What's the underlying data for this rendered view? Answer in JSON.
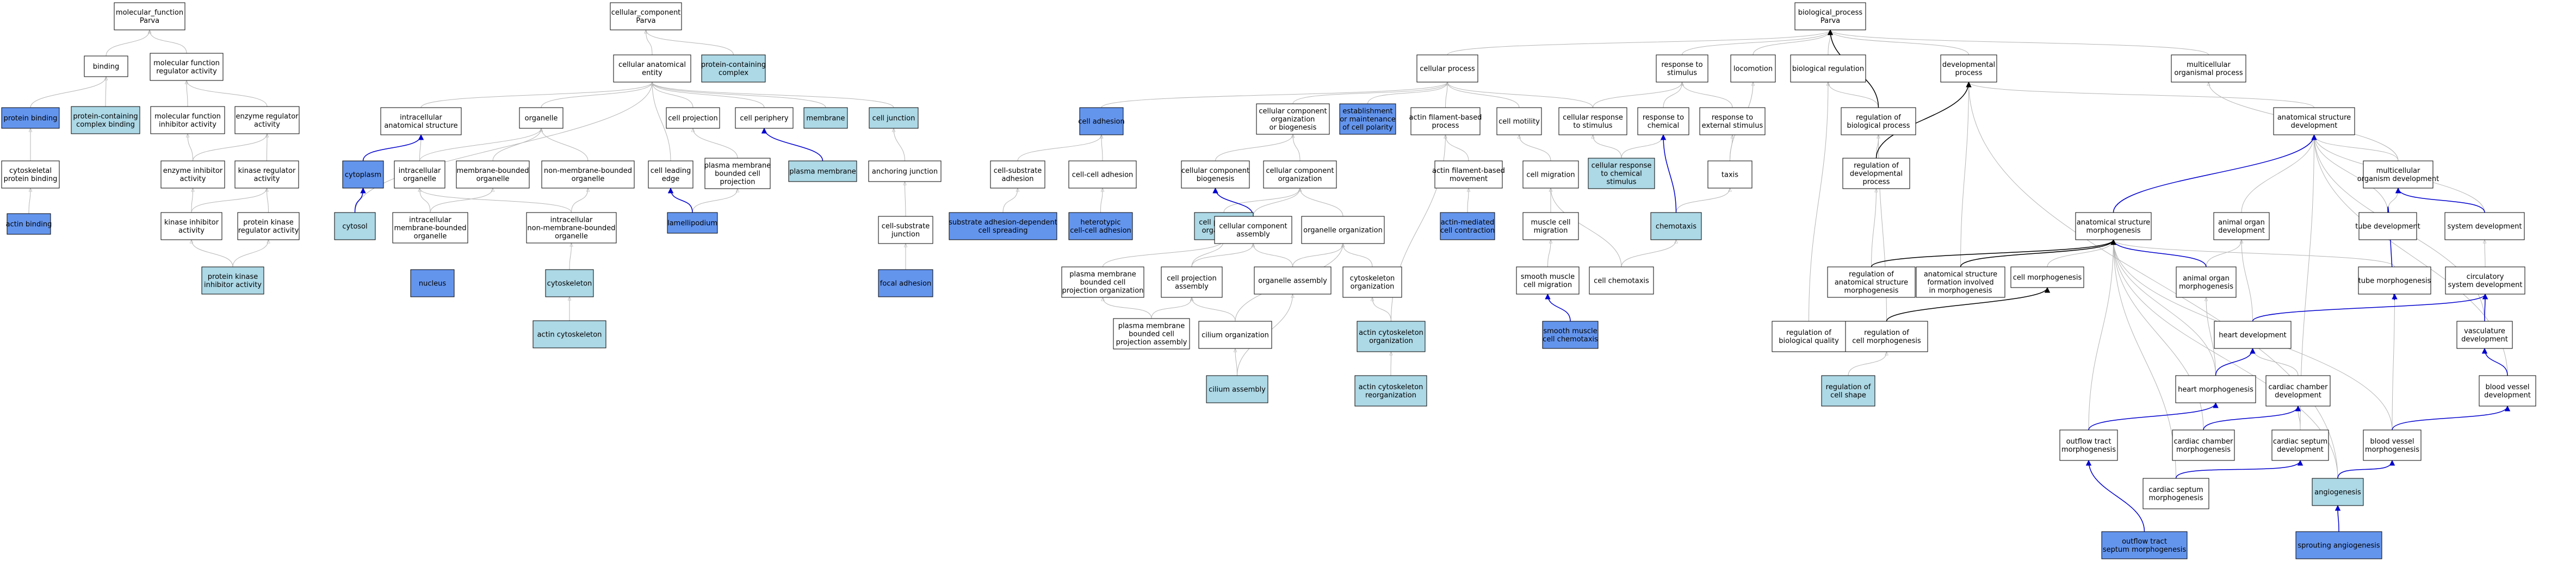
{
  "colors": {
    "plain": "#ffffff",
    "light": "#add8e6",
    "dark": "#6495ed",
    "edge_gray": "#b5b5b5",
    "edge_blue": "#0000cd",
    "edge_black": "#000000"
  },
  "nodes": {
    "mf": {
      "lines": [
        "molecular_function",
        "Parva"
      ],
      "fill": "plain"
    },
    "binding": {
      "lines": [
        "binding"
      ],
      "fill": "plain"
    },
    "mfreg": {
      "lines": [
        "molecular function",
        "regulator activity"
      ],
      "fill": "plain"
    },
    "protbind": {
      "lines": [
        "protein binding"
      ],
      "fill": "dark"
    },
    "pccbind": {
      "lines": [
        "protein-containing",
        "complex binding"
      ],
      "fill": "light"
    },
    "mfinhib": {
      "lines": [
        "molecular function",
        "inhibitor activity"
      ],
      "fill": "plain"
    },
    "enzreg": {
      "lines": [
        "enzyme regulator",
        "activity"
      ],
      "fill": "plain"
    },
    "cytoprot": {
      "lines": [
        "cytoskeletal",
        "protein binding"
      ],
      "fill": "plain"
    },
    "enzinhib": {
      "lines": [
        "enzyme inhibitor",
        "activity"
      ],
      "fill": "plain"
    },
    "kinreg": {
      "lines": [
        "kinase regulator",
        "activity"
      ],
      "fill": "plain"
    },
    "actinbind": {
      "lines": [
        "actin binding"
      ],
      "fill": "dark"
    },
    "kininhib": {
      "lines": [
        "kinase inhibitor",
        "activity"
      ],
      "fill": "plain"
    },
    "pkreg": {
      "lines": [
        "protein kinase",
        "regulator activity"
      ],
      "fill": "plain"
    },
    "pkinhib": {
      "lines": [
        "protein kinase",
        "inhibitor activity"
      ],
      "fill": "light"
    },
    "cc": {
      "lines": [
        "cellular_component",
        "Parva"
      ],
      "fill": "plain"
    },
    "cae": {
      "lines": [
        "cellular anatomical",
        "entity"
      ],
      "fill": "plain"
    },
    "pcc": {
      "lines": [
        "protein-containing",
        "complex"
      ],
      "fill": "light"
    },
    "ias": {
      "lines": [
        "intracellular",
        "anatomical structure"
      ],
      "fill": "plain"
    },
    "organelle": {
      "lines": [
        "organelle"
      ],
      "fill": "plain"
    },
    "cellproj": {
      "lines": [
        "cell projection"
      ],
      "fill": "plain"
    },
    "cellperiph": {
      "lines": [
        "cell periphery"
      ],
      "fill": "plain"
    },
    "membrane": {
      "lines": [
        "membrane"
      ],
      "fill": "light"
    },
    "celljunc": {
      "lines": [
        "cell junction"
      ],
      "fill": "light"
    },
    "cytoplasm": {
      "lines": [
        "cytoplasm"
      ],
      "fill": "dark"
    },
    "intorg": {
      "lines": [
        "intracellular",
        "organelle"
      ],
      "fill": "plain"
    },
    "mbo": {
      "lines": [
        "membrane-bounded",
        "organelle"
      ],
      "fill": "plain"
    },
    "nmbo": {
      "lines": [
        "non-membrane-bounded",
        "organelle"
      ],
      "fill": "plain"
    },
    "leadedge": {
      "lines": [
        "cell leading",
        "edge"
      ],
      "fill": "plain"
    },
    "pmbcp": {
      "lines": [
        "plasma membrane",
        "bounded cell",
        "projection"
      ],
      "fill": "plain"
    },
    "plasmamem": {
      "lines": [
        "plasma membrane"
      ],
      "fill": "light"
    },
    "anchjunc": {
      "lines": [
        "anchoring junction"
      ],
      "fill": "plain"
    },
    "cytosol": {
      "lines": [
        "cytosol"
      ],
      "fill": "light"
    },
    "imbo": {
      "lines": [
        "intracellular",
        "membrane-bounded",
        "organelle"
      ],
      "fill": "plain"
    },
    "inmbo": {
      "lines": [
        "intracellular",
        "non-membrane-bounded",
        "organelle"
      ],
      "fill": "plain"
    },
    "lamellipodium": {
      "lines": [
        "lamellipodium"
      ],
      "fill": "dark"
    },
    "csjunc": {
      "lines": [
        "cell-substrate",
        "junction"
      ],
      "fill": "plain"
    },
    "nucleus": {
      "lines": [
        "nucleus"
      ],
      "fill": "dark"
    },
    "cytoskeleton": {
      "lines": [
        "cytoskeleton"
      ],
      "fill": "light"
    },
    "focaladh": {
      "lines": [
        "focal adhesion"
      ],
      "fill": "dark"
    },
    "actincsk": {
      "lines": [
        "actin cytoskeleton"
      ],
      "fill": "light"
    },
    "bp": {
      "lines": [
        "biological_process",
        "Parva"
      ],
      "fill": "plain"
    },
    "cellproc": {
      "lines": [
        "cellular process"
      ],
      "fill": "plain"
    },
    "resp": {
      "lines": [
        "response to",
        "stimulus"
      ],
      "fill": "plain"
    },
    "locomotion": {
      "lines": [
        "locomotion"
      ],
      "fill": "plain"
    },
    "bioreg": {
      "lines": [
        "biological regulation"
      ],
      "fill": "plain"
    },
    "devproc": {
      "lines": [
        "developmental",
        "process"
      ],
      "fill": "plain"
    },
    "multiorg": {
      "lines": [
        "multicellular",
        "organismal process"
      ],
      "fill": "plain"
    },
    "celladh": {
      "lines": [
        "cell adhesion"
      ],
      "fill": "dark"
    },
    "ccob": {
      "lines": [
        "cellular component",
        "organization",
        "or biogenesis"
      ],
      "fill": "plain"
    },
    "estpol": {
      "lines": [
        "establishment",
        "or maintenance",
        "of cell polarity"
      ],
      "fill": "dark"
    },
    "afbp": {
      "lines": [
        "actin filament-based",
        "process"
      ],
      "fill": "plain"
    },
    "cellmot": {
      "lines": [
        "cell motility"
      ],
      "fill": "plain"
    },
    "cellresp": {
      "lines": [
        "cellular response",
        "to stimulus"
      ],
      "fill": "plain"
    },
    "respchem": {
      "lines": [
        "response to",
        "chemical"
      ],
      "fill": "plain"
    },
    "respext": {
      "lines": [
        "response to",
        "external stimulus"
      ],
      "fill": "plain"
    },
    "regbio": {
      "lines": [
        "regulation of",
        "biological process"
      ],
      "fill": "plain"
    },
    "asd": {
      "lines": [
        "anatomical structure",
        "development"
      ],
      "fill": "plain"
    },
    "csadh": {
      "lines": [
        "cell-substrate",
        "adhesion"
      ],
      "fill": "plain"
    },
    "ccadh": {
      "lines": [
        "cell-cell adhesion"
      ],
      "fill": "plain"
    },
    "ccbio": {
      "lines": [
        "cellular component",
        "biogenesis"
      ],
      "fill": "plain"
    },
    "ccorg": {
      "lines": [
        "cellular component",
        "organization"
      ],
      "fill": "plain"
    },
    "afmove": {
      "lines": [
        "actin filament-based",
        "movement"
      ],
      "fill": "plain"
    },
    "cellmig": {
      "lines": [
        "cell migration"
      ],
      "fill": "plain"
    },
    "cellrespchem": {
      "lines": [
        "cellular response",
        "to chemical",
        "stimulus"
      ],
      "fill": "light"
    },
    "taxis": {
      "lines": [
        "taxis"
      ],
      "fill": "plain"
    },
    "regdev": {
      "lines": [
        "regulation of",
        "developmental",
        "process"
      ],
      "fill": "plain"
    },
    "mod": {
      "lines": [
        "multicellular",
        "organism development"
      ],
      "fill": "plain"
    },
    "sadcs": {
      "lines": [
        "substrate adhesion-dependent",
        "cell spreading"
      ],
      "fill": "dark"
    },
    "hetero": {
      "lines": [
        "heterotypic",
        "cell-cell adhesion"
      ],
      "fill": "dark"
    },
    "cpo": {
      "lines": [
        "cell projection",
        "organization"
      ],
      "fill": "light"
    },
    "cca": {
      "lines": [
        "cellular component",
        "assembly"
      ],
      "fill": "plain"
    },
    "orgorg": {
      "lines": [
        "organelle organization"
      ],
      "fill": "plain"
    },
    "amc": {
      "lines": [
        "actin-mediated",
        "cell contraction"
      ],
      "fill": "dark"
    },
    "musclemig": {
      "lines": [
        "muscle cell",
        "migration"
      ],
      "fill": "plain"
    },
    "chemotaxis": {
      "lines": [
        "chemotaxis"
      ],
      "fill": "light"
    },
    "asm": {
      "lines": [
        "anatomical structure",
        "morphogenesis"
      ],
      "fill": "plain"
    },
    "aod": {
      "lines": [
        "animal organ",
        "development"
      ],
      "fill": "plain"
    },
    "tubedev": {
      "lines": [
        "tube development"
      ],
      "fill": "plain"
    },
    "sysdev": {
      "lines": [
        "system development"
      ],
      "fill": "plain"
    },
    "pmbcpo": {
      "lines": [
        "plasma membrane",
        "bounded cell",
        "projection organization"
      ],
      "fill": "plain"
    },
    "cpa": {
      "lines": [
        "cell projection",
        "assembly"
      ],
      "fill": "plain"
    },
    "orgasm": {
      "lines": [
        "organelle assembly"
      ],
      "fill": "plain"
    },
    "csko": {
      "lines": [
        "cytoskeleton",
        "organization"
      ],
      "fill": "plain"
    },
    "smcm": {
      "lines": [
        "smooth muscle",
        "cell migration"
      ],
      "fill": "plain"
    },
    "cellchemo": {
      "lines": [
        "cell chemotaxis"
      ],
      "fill": "plain"
    },
    "regasm": {
      "lines": [
        "regulation of",
        "anatomical structure",
        "morphogenesis"
      ],
      "fill": "plain"
    },
    "asfim": {
      "lines": [
        "anatomical structure",
        "formation involved",
        "in morphogenesis"
      ],
      "fill": "plain"
    },
    "cellmorph": {
      "lines": [
        "cell morphogenesis"
      ],
      "fill": "plain"
    },
    "aom": {
      "lines": [
        "animal organ",
        "morphogenesis"
      ],
      "fill": "plain"
    },
    "tubemorph": {
      "lines": [
        "tube morphogenesis"
      ],
      "fill": "plain"
    },
    "csd": {
      "lines": [
        "circulatory",
        "system development"
      ],
      "fill": "plain"
    },
    "pmbcpa": {
      "lines": [
        "plasma membrane",
        "bounded cell",
        "projection assembly"
      ],
      "fill": "plain"
    },
    "ciliumorg": {
      "lines": [
        "cilium organization"
      ],
      "fill": "plain"
    },
    "acorg": {
      "lines": [
        "actin cytoskeleton",
        "organization"
      ],
      "fill": "light"
    },
    "smcc": {
      "lines": [
        "smooth muscle",
        "cell chemotaxis"
      ],
      "fill": "dark"
    },
    "regbq": {
      "lines": [
        "regulation of",
        "biological quality"
      ],
      "fill": "plain"
    },
    "regcm": {
      "lines": [
        "regulation of",
        "cell morphogenesis"
      ],
      "fill": "plain"
    },
    "heartdev": {
      "lines": [
        "heart development"
      ],
      "fill": "plain"
    },
    "vascdev": {
      "lines": [
        "vasculature",
        "development"
      ],
      "fill": "plain"
    },
    "ciliumasm": {
      "lines": [
        "cilium assembly"
      ],
      "fill": "light"
    },
    "acreorg": {
      "lines": [
        "actin cytoskeleton",
        "reorganization"
      ],
      "fill": "light"
    },
    "regshape": {
      "lines": [
        "regulation of",
        "cell shape"
      ],
      "fill": "light"
    },
    "heartmorph": {
      "lines": [
        "heart morphogenesis"
      ],
      "fill": "plain"
    },
    "ccdev": {
      "lines": [
        "cardiac chamber",
        "development"
      ],
      "fill": "plain"
    },
    "bvdev": {
      "lines": [
        "blood vessel",
        "development"
      ],
      "fill": "plain"
    },
    "oftm": {
      "lines": [
        "outflow tract",
        "morphogenesis"
      ],
      "fill": "plain"
    },
    "ccm": {
      "lines": [
        "cardiac chamber",
        "morphogenesis"
      ],
      "fill": "plain"
    },
    "csepdev": {
      "lines": [
        "cardiac septum",
        "development"
      ],
      "fill": "plain"
    },
    "bvm": {
      "lines": [
        "blood vessel",
        "morphogenesis"
      ],
      "fill": "plain"
    },
    "csepm": {
      "lines": [
        "cardiac septum",
        "morphogenesis"
      ],
      "fill": "plain"
    },
    "angio": {
      "lines": [
        "angiogenesis"
      ],
      "fill": "light"
    },
    "oftsm": {
      "lines": [
        "outflow tract",
        "septum morphogenesis"
      ],
      "fill": "dark"
    },
    "sprout": {
      "lines": [
        "sprouting angiogenesis"
      ],
      "fill": "dark"
    }
  },
  "edges_gray": [
    [
      "binding",
      "mf"
    ],
    [
      "mfreg",
      "mf"
    ],
    [
      "protbind",
      "binding"
    ],
    [
      "pccbind",
      "binding"
    ],
    [
      "mfinhib",
      "mfreg"
    ],
    [
      "enzreg",
      "mfreg"
    ],
    [
      "cytoprot",
      "protbind"
    ],
    [
      "enzinhib",
      "mfinhib"
    ],
    [
      "enzinhib",
      "enzreg"
    ],
    [
      "kinreg",
      "enzreg"
    ],
    [
      "actinbind",
      "cytoprot"
    ],
    [
      "kininhib",
      "enzinhib"
    ],
    [
      "kininhib",
      "kinreg"
    ],
    [
      "pkreg",
      "kinreg"
    ],
    [
      "pkinhib",
      "kininhib"
    ],
    [
      "pkinhib",
      "pkreg"
    ],
    [
      "cae",
      "cc"
    ],
    [
      "pcc",
      "cc"
    ],
    [
      "ias",
      "cae"
    ],
    [
      "organelle",
      "cae"
    ],
    [
      "cellproj",
      "cae"
    ],
    [
      "cellperiph",
      "cae"
    ],
    [
      "membrane",
      "cae"
    ],
    [
      "celljunc",
      "cae"
    ],
    [
      "cytosol",
      "cae"
    ],
    [
      "intorg",
      "ias"
    ],
    [
      "intorg",
      "organelle"
    ],
    [
      "mbo",
      "organelle"
    ],
    [
      "nmbo",
      "organelle"
    ],
    [
      "leadedge",
      "cae"
    ],
    [
      "pmbcp",
      "cellproj"
    ],
    [
      "anchjunc",
      "celljunc"
    ],
    [
      "imbo",
      "intorg"
    ],
    [
      "imbo",
      "mbo"
    ],
    [
      "inmbo",
      "intorg"
    ],
    [
      "inmbo",
      "nmbo"
    ],
    [
      "lamellipodium",
      "pmbcp"
    ],
    [
      "csjunc",
      "anchjunc"
    ],
    [
      "cytoskeleton",
      "inmbo"
    ],
    [
      "focaladh",
      "csjunc"
    ],
    [
      "actincsk",
      "cytoskeleton"
    ],
    [
      "cellproc",
      "bp"
    ],
    [
      "resp",
      "bp"
    ],
    [
      "locomotion",
      "bp"
    ],
    [
      "bioreg",
      "bp"
    ],
    [
      "devproc",
      "bp"
    ],
    [
      "multiorg",
      "bp"
    ],
    [
      "celladh",
      "cellproc"
    ],
    [
      "ccob",
      "cellproc"
    ],
    [
      "estpol",
      "cellproc"
    ],
    [
      "afbp",
      "cellproc"
    ],
    [
      "cellmot",
      "cellproc"
    ],
    [
      "cellresp",
      "cellproc"
    ],
    [
      "cellresp",
      "resp"
    ],
    [
      "respchem",
      "resp"
    ],
    [
      "respext",
      "resp"
    ],
    [
      "regbio",
      "bioreg"
    ],
    [
      "asd",
      "devproc"
    ],
    [
      "csadh",
      "celladh"
    ],
    [
      "ccadh",
      "celladh"
    ],
    [
      "ccbio",
      "ccob"
    ],
    [
      "ccorg",
      "ccob"
    ],
    [
      "afmove",
      "afbp"
    ],
    [
      "cellmig",
      "cellmot"
    ],
    [
      "cellrespchem",
      "cellresp"
    ],
    [
      "cellrespchem",
      "respchem"
    ],
    [
      "taxis",
      "respext"
    ],
    [
      "taxis",
      "locomotion"
    ],
    [
      "regdev",
      "regbio"
    ],
    [
      "mod",
      "asd"
    ],
    [
      "mod",
      "multiorg"
    ],
    [
      "sadcs",
      "csadh"
    ],
    [
      "hetero",
      "ccadh"
    ],
    [
      "cpo",
      "ccorg"
    ],
    [
      "cca",
      "ccorg"
    ],
    [
      "orgorg",
      "ccorg"
    ],
    [
      "amc",
      "afmove"
    ],
    [
      "musclemig",
      "cellmig"
    ],
    [
      "chemotaxis",
      "taxis"
    ],
    [
      "aod",
      "asd"
    ],
    [
      "tubedev",
      "asd"
    ],
    [
      "sysdev",
      "asd"
    ],
    [
      "pmbcpo",
      "cpo"
    ],
    [
      "cpa",
      "cpo"
    ],
    [
      "cpa",
      "cca"
    ],
    [
      "orgasm",
      "orgorg"
    ],
    [
      "orgasm",
      "cca"
    ],
    [
      "csko",
      "orgorg"
    ],
    [
      "smcm",
      "musclemig"
    ],
    [
      "cellchemo",
      "cellmig"
    ],
    [
      "cellchemo",
      "chemotaxis"
    ],
    [
      "regasm",
      "regdev"
    ],
    [
      "asfim",
      "devproc"
    ],
    [
      "cellmorph",
      "asm"
    ],
    [
      "aom",
      "aod"
    ],
    [
      "tubemorph",
      "asm"
    ],
    [
      "csd",
      "sysdev"
    ],
    [
      "pmbcpa",
      "pmbcpo"
    ],
    [
      "pmbcpa",
      "cpa"
    ],
    [
      "ciliumorg",
      "orgorg"
    ],
    [
      "ciliumorg",
      "cpa"
    ],
    [
      "acorg",
      "csko"
    ],
    [
      "acorg",
      "afbp"
    ],
    [
      "regbq",
      "bioreg"
    ],
    [
      "regcm",
      "regbio"
    ],
    [
      "vascdev",
      "asd"
    ],
    [
      "ciliumasm",
      "ciliumorg"
    ],
    [
      "ciliumasm",
      "orgasm"
    ],
    [
      "acreorg",
      "acorg"
    ],
    [
      "regshape",
      "regcm"
    ],
    [
      "heartmorph",
      "aom"
    ],
    [
      "heartmorph",
      "asm"
    ],
    [
      "ccdev",
      "heartdev"
    ],
    [
      "bvdev",
      "asd"
    ],
    [
      "oftm",
      "asm"
    ],
    [
      "ccm",
      "asm"
    ],
    [
      "csepdev",
      "ccdev"
    ],
    [
      "csepdev",
      "asd"
    ],
    [
      "bvm",
      "tubemorph"
    ],
    [
      "bvm",
      "asm"
    ],
    [
      "csepm",
      "asm"
    ],
    [
      "angio",
      "devproc"
    ],
    [
      "angio",
      "asm"
    ],
    [
      "heartdev",
      "aod"
    ],
    [
      "tubedev",
      "mod"
    ]
  ],
  "edges_blue": [
    [
      "cytoplasm",
      "ias"
    ],
    [
      "cytosol",
      "cytoplasm"
    ],
    [
      "lamellipodium",
      "leadedge"
    ],
    [
      "plasmamem",
      "cellperiph"
    ],
    [
      "cca",
      "ccbio"
    ],
    [
      "chemotaxis",
      "respchem"
    ],
    [
      "smcc",
      "smcm"
    ],
    [
      "asm",
      "asd"
    ],
    [
      "sysdev",
      "mod"
    ],
    [
      "aom",
      "asm"
    ],
    [
      "tubedev",
      "tubemorph"
    ],
    [
      "heartdev",
      "csd"
    ],
    [
      "vascdev",
      "csd"
    ],
    [
      "bvdev",
      "vascdev"
    ],
    [
      "heartmorph",
      "heartdev"
    ],
    [
      "ccm",
      "ccdev"
    ],
    [
      "oftm",
      "heartmorph"
    ],
    [
      "csepm",
      "csepdev"
    ],
    [
      "bvm",
      "bvdev"
    ],
    [
      "angio",
      "bvm"
    ],
    [
      "oftsm",
      "oftm"
    ],
    [
      "sprout",
      "angio"
    ]
  ],
  "edges_black": [
    [
      "regbio",
      "bp"
    ],
    [
      "regasm",
      "asm"
    ],
    [
      "regcm",
      "cellmorph"
    ],
    [
      "regdev",
      "devproc"
    ],
    [
      "asfim",
      "asm"
    ]
  ]
}
